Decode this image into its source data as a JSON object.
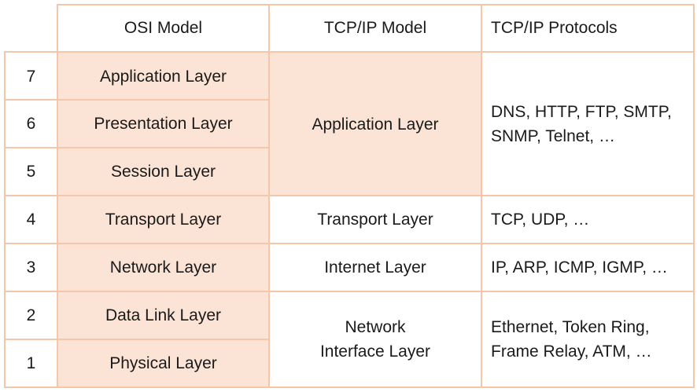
{
  "header": {
    "osi": "OSI Model",
    "tcpip": "TCP/IP Model",
    "protocols": "TCP/IP Protocols"
  },
  "osi_layers": [
    {
      "number": "7",
      "name": "Application Layer"
    },
    {
      "number": "6",
      "name": "Presentation Layer"
    },
    {
      "number": "5",
      "name": "Session Layer"
    },
    {
      "number": "4",
      "name": "Transport Layer"
    },
    {
      "number": "3",
      "name": "Network Layer"
    },
    {
      "number": "2",
      "name": "Data Link Layer"
    },
    {
      "number": "1",
      "name": "Physical Layer"
    }
  ],
  "tcpip_layers": [
    {
      "name": "Application Layer",
      "protocols": "DNS, HTTP, FTP, SMTP, SNMP, Telnet, …"
    },
    {
      "name": "Transport Layer",
      "protocols": "TCP, UDP, …"
    },
    {
      "name": "Internet Layer",
      "protocols": "IP, ARP, ICMP, IGMP, …"
    },
    {
      "name": "Network Interface Layer",
      "protocols": "Ethernet, Token Ring, Frame Relay, ATM, …"
    }
  ],
  "colors": {
    "fill": "#fbe4d5",
    "border": "#f4c7aa"
  }
}
